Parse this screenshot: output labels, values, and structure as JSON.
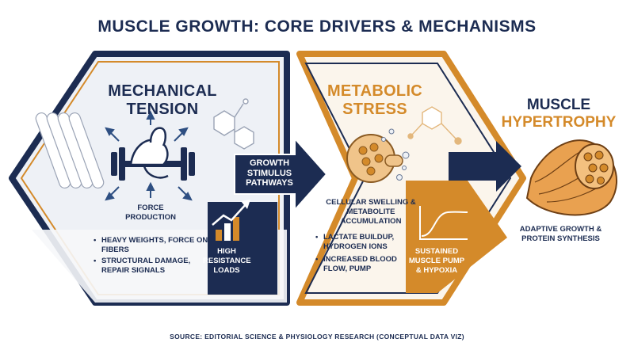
{
  "title": "MUSCLE GROWTH: CORE DRIVERS & MECHANISMS",
  "colors": {
    "navy": "#1c2c52",
    "orange": "#d48a2a",
    "light": "#eef1f6",
    "cream": "#faf1e4"
  },
  "mechanical": {
    "title_line1": "MECHANICAL",
    "title_line2": "TENSION",
    "icon_caption_line1": "FORCE",
    "icon_caption_line2": "PRODUCTION",
    "bullets": [
      "HEAVY WEIGHTS, FORCE ON FIBERS",
      "STRUCTURAL DAMAGE, REPAIR SIGNALS"
    ],
    "callout": [
      "HIGH",
      "RESISTANCE",
      "LOADS"
    ]
  },
  "pathway": {
    "label": [
      "GROWTH",
      "STIMULUS",
      "PATHWAYS"
    ]
  },
  "metabolic": {
    "title_line1": "METABOLIC",
    "title_line2": "STRESS",
    "icon_caption_line1": "CELLULAR SWELLING &",
    "icon_caption_line2": "METABOLITE ACCUMULATION",
    "bullets": [
      "LACTATE BUILDUP, HYDROGEN IONS",
      "INCREASED BLOOD FLOW, PUMP"
    ],
    "callout": [
      "SUSTAINED",
      "MUSCLE PUMP",
      "& HYPOXIA"
    ]
  },
  "hypertrophy": {
    "title_line1": "MUSCLE",
    "title_line2": "HYPERTROPHY",
    "caption_line1": "ADAPTIVE GROWTH &",
    "caption_line2": "PROTEIN SYNTHESIS"
  },
  "source": "SOURCE: EDITORIAL SCIENCE & PHYSIOLOGY RESEARCH (CONCEPTUAL DATA VIZ)"
}
